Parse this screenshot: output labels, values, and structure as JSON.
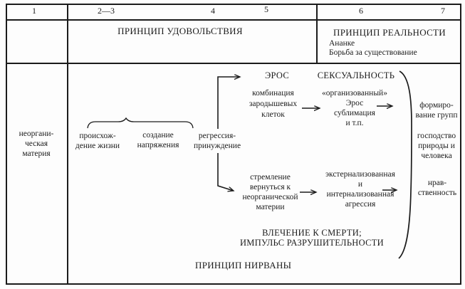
{
  "document": {
    "type": "scanned-book-diagram",
    "language": "Russian",
    "subject": "Freudian drive theory scheme"
  },
  "colors": {
    "ink": "#1b1b1b",
    "paper": "#fdfdfd"
  },
  "columns": [
    "1",
    "2—3",
    "4",
    "5",
    "6",
    "7"
  ],
  "header": {
    "pleasure": "ПРИНЦИП УДОВОЛЬСТВИЯ",
    "reality": "ПРИНЦИП РЕАЛЬНОСТИ",
    "ananke": "Ананке",
    "struggle": "Борьба за существование"
  },
  "nodes": {
    "inorganic": "неоргани-\nческая\nматерия",
    "origin": "происхож-\nдение жизни",
    "tension": "создание\nнапряжения",
    "regression": "регрессия-\nпринуждение",
    "eros": "ЭРОС",
    "sexuality": "СЕКСУАЛЬНОСТЬ",
    "germ": "комбинация\nзародышевых\nклеток",
    "organized": "«организованный»\nЭрос\nсублимация\nи т.п.",
    "formation": "формиро-\nвание групп",
    "domination": "господство\nприроды и\nчеловека",
    "return": "стремление\nвернуться к\nнеорганической\nматерии",
    "aggression": "экстернализованная\nи\nинтернализованная\nагрессия",
    "morality": "нрав-\nственность",
    "death": "ВЛЕЧЕНИЕ К СМЕРТИ;\nИМПУЛЬС РАЗРУШИТЕЛЬНОСТИ",
    "nirvana": "ПРИНЦИП НИРВАНЫ"
  }
}
